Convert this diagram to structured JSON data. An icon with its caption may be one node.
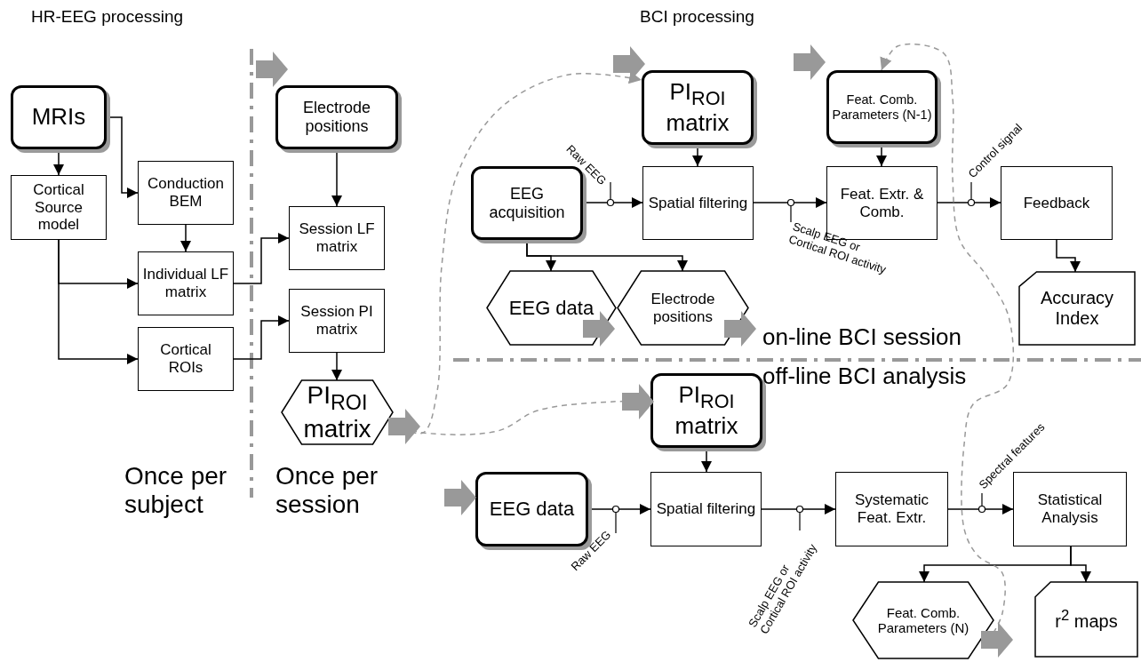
{
  "diagram": {
    "nodes": [
      {
        "text": [
          "MRIs"
        ]
      },
      {
        "text": [
          "Cortical Source model"
        ]
      },
      {
        "text": [
          "Conduction BEM"
        ]
      },
      {
        "text": [
          "Individual LF matrix"
        ]
      },
      {
        "text": [
          "Cortical ROIs"
        ]
      },
      {
        "text": [
          "Electrode positions"
        ]
      },
      {
        "text": [
          "Session LF matrix"
        ]
      },
      {
        "text": [
          "Session PI matrix"
        ]
      },
      {
        "text": [
          "PI$_{ROI}$ matrix"
        ]
      },
      {
        "text": [
          "EEG acquisition"
        ]
      },
      {
        "text": [
          "PI$_{ROI}$ matrix"
        ]
      },
      {
        "text": [
          "Spatial filtering"
        ]
      },
      {
        "text": [
          "Feat. Comb. Parameters (N-1)"
        ]
      },
      {
        "text": [
          "Feat. Extr. & Comb."
        ]
      },
      {
        "text": [
          "Feedback"
        ]
      },
      {
        "text": [
          "EEG data"
        ]
      },
      {
        "text": [
          "Electrode positions"
        ]
      },
      {
        "text": [
          "Accuracy Index"
        ]
      },
      {
        "text": [
          "PI$_{ROI}$ matrix"
        ]
      },
      {
        "text": [
          "EEG data"
        ]
      },
      {
        "text": [
          "Spatial filtering"
        ]
      },
      {
        "text": [
          "Systematic Feat. Extr."
        ]
      },
      {
        "text": [
          "Statistical Analysis"
        ]
      },
      {
        "text": [
          "Feat. Comb. Parameters (N)"
        ]
      },
      {
        "text": [
          "r$^{2}$ maps"
        ]
      }
    ],
    "edges": [
      {
        "from": 0,
        "to": 1,
        "arrow": "to"
      },
      {
        "from": 0,
        "to": 2,
        "arrow": "to"
      },
      {
        "from": 1,
        "to": 3,
        "arrow": "to"
      },
      {
        "from": 1,
        "to": 4,
        "arrow": "to"
      },
      {
        "from": 2,
        "to": 3,
        "arrow": "to"
      },
      {
        "from": 3,
        "to": 6,
        "arrow": "to"
      },
      {
        "from": 4,
        "to": 7,
        "arrow": "to"
      },
      {
        "from": 5,
        "to": 6,
        "arrow": "to"
      },
      {
        "from": 7,
        "to": 8,
        "arrow": "to"
      },
      {
        "from": 9,
        "to": 11,
        "arrow": "to",
        "label": "Raw EEG"
      },
      {
        "from": 9,
        "to": 15,
        "arrow": "to"
      },
      {
        "from": 9,
        "to": 16,
        "arrow": "to"
      },
      {
        "from": 10,
        "to": 11,
        "arrow": "to"
      },
      {
        "from": 11,
        "to": 13,
        "arrow": "to",
        "label": "Scalp EEG or Cortical ROI activity"
      },
      {
        "from": 12,
        "to": 13,
        "arrow": "to"
      },
      {
        "from": 13,
        "to": 14,
        "arrow": "to",
        "label": "Control signal"
      },
      {
        "from": 14,
        "to": 17,
        "arrow": "to"
      },
      {
        "from": 18,
        "to": 20,
        "arrow": "to"
      },
      {
        "from": 19,
        "to": 20,
        "arrow": "to",
        "label": "Raw EEG"
      },
      {
        "from": 20,
        "to": 21,
        "arrow": "to",
        "label": "Scalp EEG or Cortical ROI activity"
      },
      {
        "from": 21,
        "to": 22,
        "arrow": "to",
        "label": "Spectral features"
      },
      {
        "from": 22,
        "to": 23,
        "arrow": "to"
      },
      {
        "from": 22,
        "to": 24,
        "arrow": "to"
      },
      {
        "from": 8,
        "to": 10,
        "arrow": "to",
        "style": "dashed",
        "color": "#999999"
      },
      {
        "from": 8,
        "to": 18,
        "arrow": "to",
        "style": "dashed",
        "color": "#999999"
      },
      {
        "from": 23,
        "to": 12,
        "arrow": "to",
        "style": "dashed",
        "color": "#999999"
      }
    ],
    "labels": [
      "HR-EEG processing",
      "BCI processing",
      "on-line BCI session",
      "off-line BCI analysis",
      "Once per subject",
      "Once per session"
    ]
  }
}
